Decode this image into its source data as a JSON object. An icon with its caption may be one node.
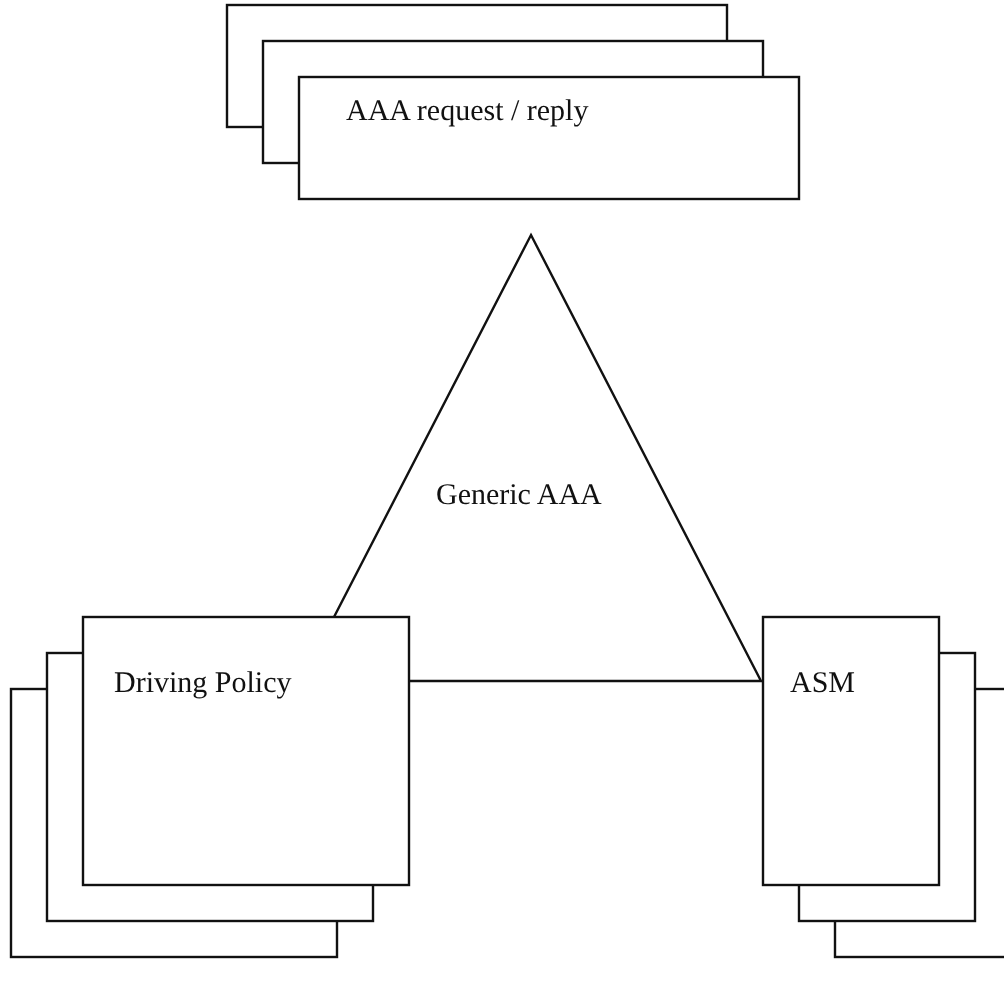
{
  "diagram": {
    "nodes": [
      {
        "text": [
          "AAA request / reply"
        ]
      },
      {
        "text": [
          "Generic AAA"
        ]
      },
      {
        "text": [
          "Driving Policy"
        ]
      },
      {
        "text": [
          "ASM"
        ]
      }
    ]
  }
}
